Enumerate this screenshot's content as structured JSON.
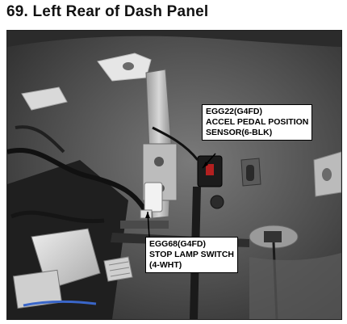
{
  "page": {
    "title": "69. Left Rear of Dash Panel"
  },
  "callouts": {
    "accel": {
      "line1": "EGG22(G4FD)",
      "line2": "ACCEL PEDAL POSITION",
      "line3": "SENSOR(6-BLK)"
    },
    "stop": {
      "line1": "EGG68(G4FD)",
      "line2": "STOP LAMP SWITCH",
      "line3": "(4-WHT)"
    }
  }
}
